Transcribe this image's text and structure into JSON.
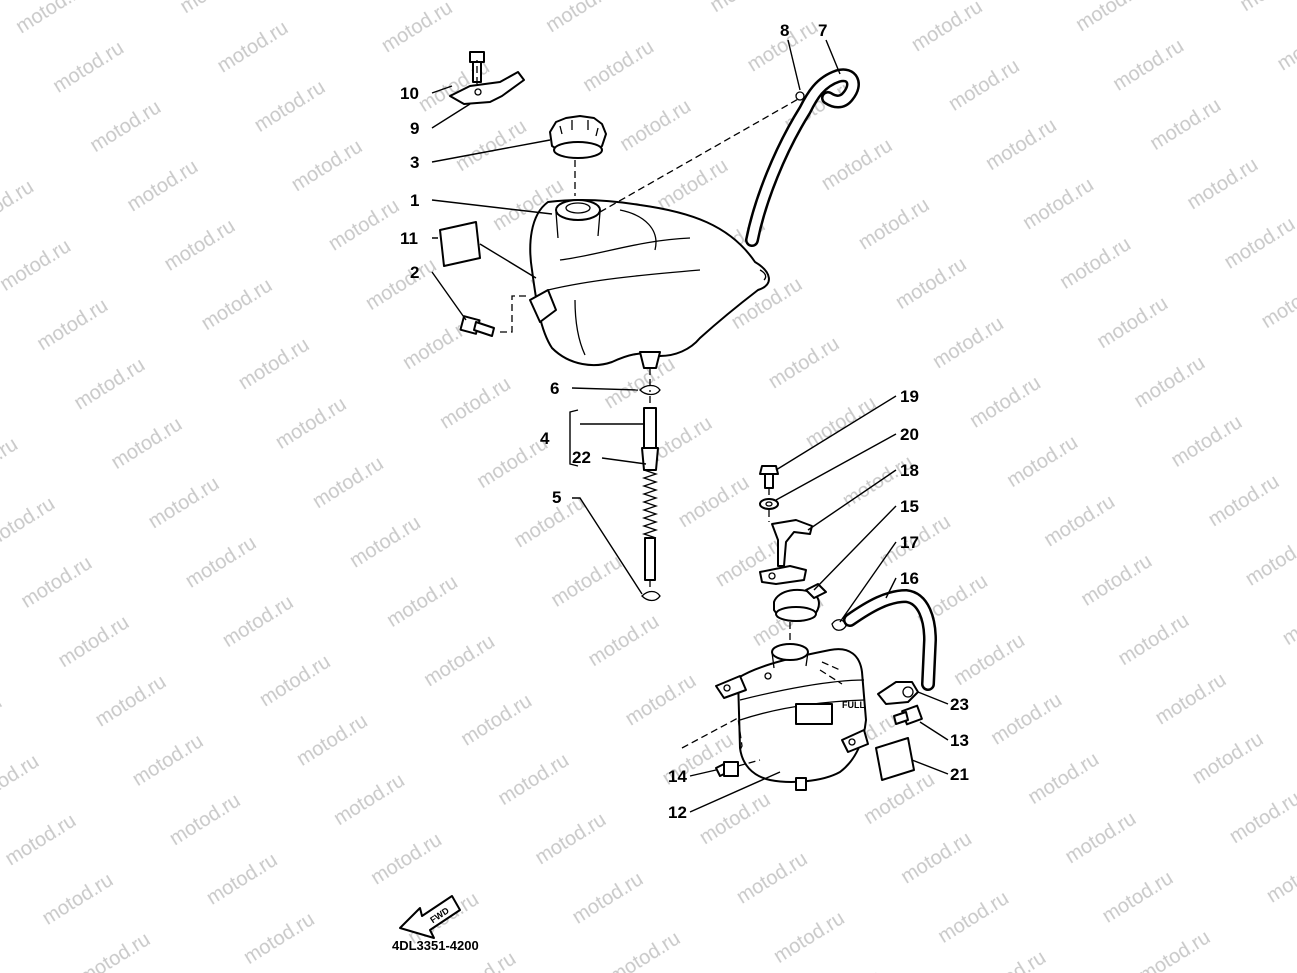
{
  "diagram": {
    "callouts": [
      {
        "id": "c1",
        "label": "1"
      },
      {
        "id": "c2",
        "label": "2"
      },
      {
        "id": "c3",
        "label": "3"
      },
      {
        "id": "c4",
        "label": "4"
      },
      {
        "id": "c5",
        "label": "5"
      },
      {
        "id": "c6",
        "label": "6"
      },
      {
        "id": "c7",
        "label": "7"
      },
      {
        "id": "c8",
        "label": "8"
      },
      {
        "id": "c9",
        "label": "9"
      },
      {
        "id": "c10",
        "label": "10"
      },
      {
        "id": "c11",
        "label": "11"
      },
      {
        "id": "c12",
        "label": "12"
      },
      {
        "id": "c13",
        "label": "13"
      },
      {
        "id": "c14",
        "label": "14"
      },
      {
        "id": "c15",
        "label": "15"
      },
      {
        "id": "c16",
        "label": "16"
      },
      {
        "id": "c17",
        "label": "17"
      },
      {
        "id": "c18",
        "label": "18"
      },
      {
        "id": "c19",
        "label": "19"
      },
      {
        "id": "c20",
        "label": "20"
      },
      {
        "id": "c21",
        "label": "21"
      },
      {
        "id": "c22",
        "label": "22"
      },
      {
        "id": "c23",
        "label": "23"
      }
    ],
    "drawing_code": "4DL3351-4200",
    "direction_arrow_label": "FWD",
    "tank_marking": "FULL",
    "watermark_text": "motod.ru"
  }
}
